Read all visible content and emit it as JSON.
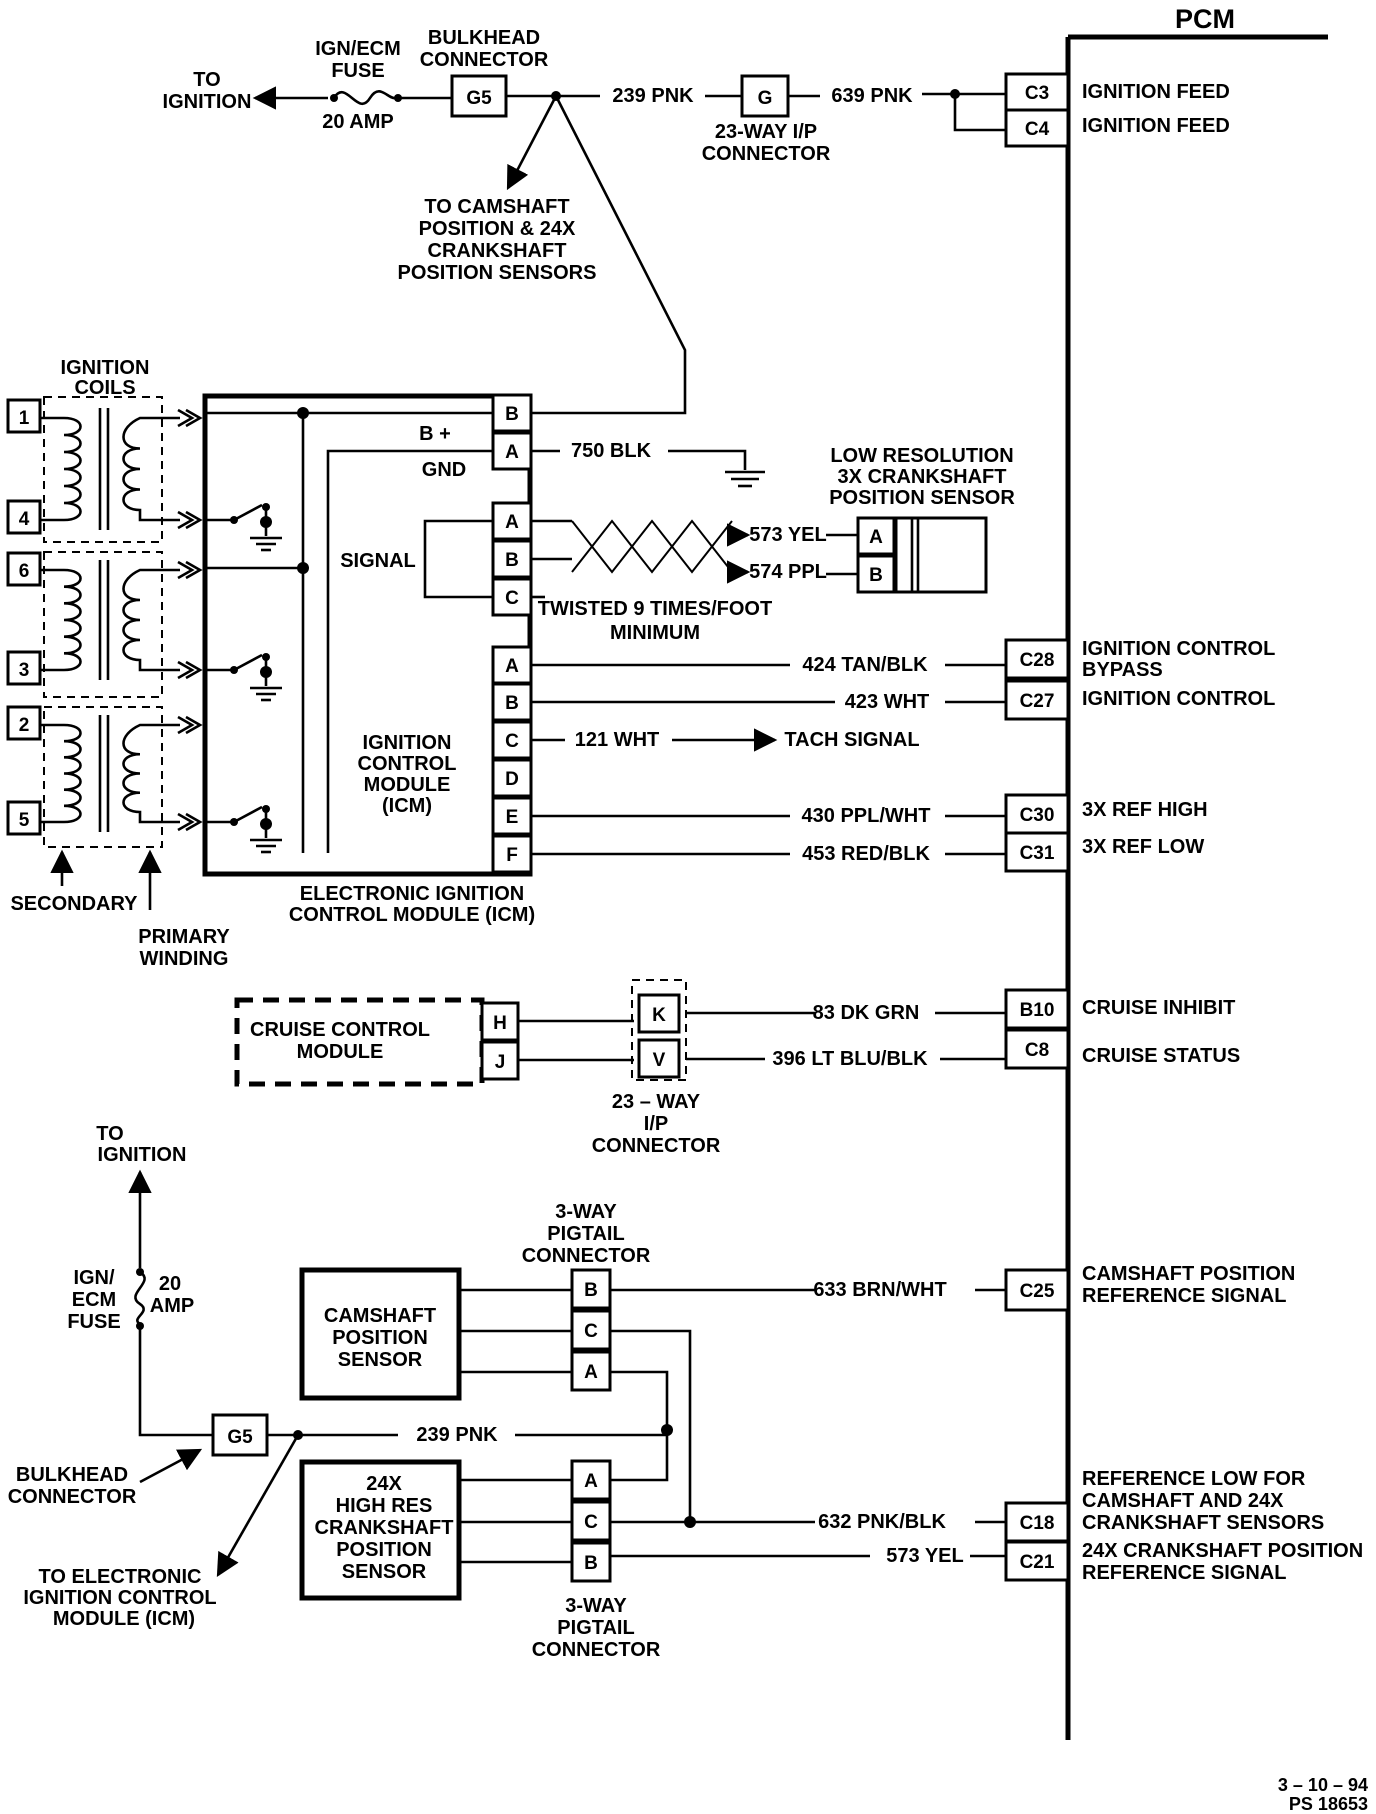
{
  "pcm": {
    "title": "PCM"
  },
  "top": {
    "to_ignition": [
      "TO",
      "IGNITION"
    ],
    "fuse": [
      "IGN/ECM",
      "FUSE",
      "20 AMP"
    ],
    "bulkhead": [
      "BULKHEAD",
      "CONNECTOR"
    ],
    "g5": "G5",
    "wire_239": "239 PNK",
    "g": "G",
    "ip_conn": [
      "23-WAY I/P",
      "CONNECTOR"
    ],
    "wire_639": "639 PNK",
    "to_cam": [
      "TO CAMSHAFT",
      "POSITION & 24X",
      "CRANKSHAFT",
      "POSITION SENSORS"
    ]
  },
  "pcm_pins": [
    {
      "pin": "C3",
      "label": [
        "IGNITION FEED"
      ]
    },
    {
      "pin": "C4",
      "label": [
        "IGNITION FEED"
      ]
    },
    {
      "pin": "C28",
      "label": [
        "IGNITION CONTROL",
        "BYPASS"
      ]
    },
    {
      "pin": "C27",
      "label": [
        "IGNITION CONTROL"
      ]
    },
    {
      "pin": "C30",
      "label": [
        "3X REF HIGH"
      ]
    },
    {
      "pin": "C31",
      "label": [
        "3X REF LOW"
      ]
    },
    {
      "pin": "B10",
      "label": [
        "CRUISE INHIBIT"
      ]
    },
    {
      "pin": "C8",
      "label": [
        "CRUISE STATUS"
      ]
    },
    {
      "pin": "C25",
      "label": [
        "CAMSHAFT POSITION",
        "REFERENCE SIGNAL"
      ]
    },
    {
      "pin": "C18",
      "label": [
        "REFERENCE LOW FOR",
        "CAMSHAFT AND 24X",
        "CRANKSHAFT SENSORS"
      ]
    },
    {
      "pin": "C21",
      "label": [
        "24X CRANKSHAFT POSITION",
        "REFERENCE SIGNAL"
      ]
    }
  ],
  "coils": {
    "title": [
      "IGNITION",
      "COILS"
    ],
    "terminals": [
      "1",
      "4",
      "6",
      "3",
      "2",
      "5"
    ],
    "secondary": "SECONDARY",
    "primary": [
      "PRIMARY",
      "WINDING"
    ]
  },
  "icm": {
    "pins_power": [
      "B",
      "A"
    ],
    "bplus": "B +",
    "gnd": "GND",
    "signal": "SIGNAL",
    "pins_signal": [
      "A",
      "B",
      "C"
    ],
    "pins_out": [
      "A",
      "B",
      "C",
      "D",
      "E",
      "F"
    ],
    "name": [
      "IGNITION",
      "CONTROL",
      "MODULE",
      "(ICM)"
    ],
    "caption": [
      "ELECTRONIC IGNITION",
      "CONTROL MODULE (ICM)"
    ],
    "wire_750": "750 BLK"
  },
  "low_res": {
    "title": [
      "LOW RESOLUTION",
      "3X CRANKSHAFT",
      "POSITION SENSOR"
    ],
    "pins": [
      "A",
      "B"
    ],
    "wire_a": "573 YEL",
    "wire_b": "574 PPL",
    "twisted": [
      "TWISTED 9 TIMES/FOOT",
      "MINIMUM"
    ]
  },
  "icm_wires": {
    "a": "424 TAN/BLK",
    "b": "423 WHT",
    "c": "121 WHT",
    "tach": "TACH SIGNAL",
    "e": "430 PPL/WHT",
    "f": "453 RED/BLK"
  },
  "cruise": {
    "module": [
      "CRUISE CONTROL",
      "MODULE"
    ],
    "pins": [
      "H",
      "J"
    ],
    "ip_pins": [
      "K",
      "V"
    ],
    "ip_conn": [
      "23 – WAY",
      "I/P",
      "CONNECTOR"
    ],
    "wire_k": "83 DK GRN",
    "wire_v": "396 LT BLU/BLK"
  },
  "bottom": {
    "to_ignition": [
      "TO",
      "IGNITION"
    ],
    "fuse": [
      "IGN/",
      "ECM",
      "FUSE"
    ],
    "amp": [
      "20",
      "AMP"
    ],
    "g5": "G5",
    "bulkhead": [
      "BULKHEAD",
      "CONNECTOR"
    ],
    "to_icm": [
      "TO ELECTRONIC",
      "IGNITION CONTROL",
      "MODULE (ICM)"
    ],
    "wire_239": "239 PNK",
    "cam_sensor": [
      "CAMSHAFT",
      "POSITION",
      "SENSOR"
    ],
    "cam_pins": [
      "B",
      "C",
      "A"
    ],
    "pigtail_top": [
      "3-WAY",
      "PIGTAIL",
      "CONNECTOR"
    ],
    "crank_sensor": [
      "24X",
      "HIGH RES",
      "CRANKSHAFT",
      "POSITION",
      "SENSOR"
    ],
    "crank_pins": [
      "A",
      "C",
      "B"
    ],
    "pigtail_bottom": [
      "3-WAY",
      "PIGTAIL",
      "CONNECTOR"
    ],
    "wire_633": "633 BRN/WHT",
    "wire_632": "632 PNK/BLK",
    "wire_573": "573 YEL"
  },
  "footer": [
    "3 – 10 – 94",
    "PS 18653"
  ]
}
